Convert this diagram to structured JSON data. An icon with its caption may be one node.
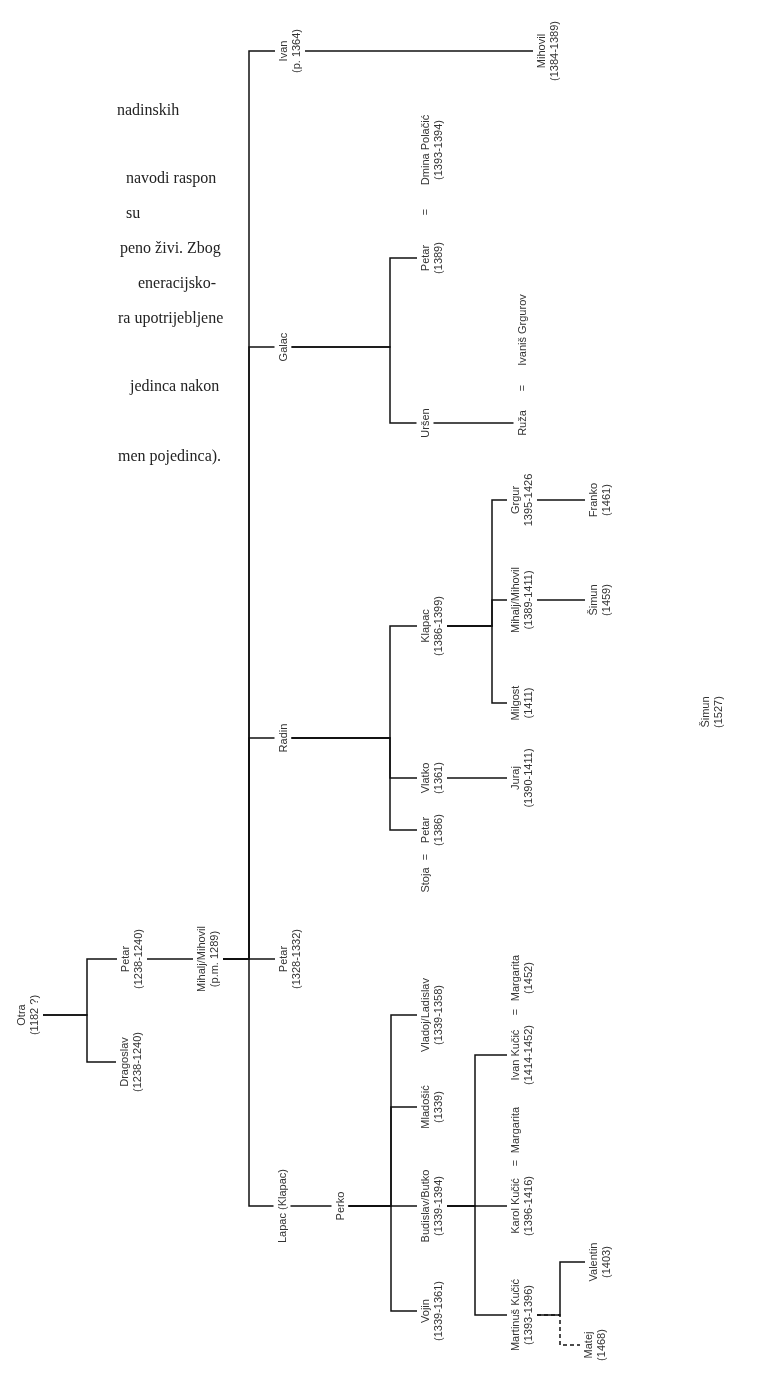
{
  "diagram": {
    "nodes": [
      {
        "text": [
          "Otra",
          "(1182 ?)"
        ]
      },
      {
        "text": [
          "Petar",
          "(1238-1240)"
        ]
      },
      {
        "text": [
          "Dragoslav",
          "(1238-1240)"
        ]
      },
      {
        "text": [
          "Mihalj/Mihovil",
          "(p.m. 1289)"
        ]
      },
      {
        "text": [
          "Ivan",
          "(p. 1364)"
        ]
      },
      {
        "text": [
          "Mihovil",
          "(1384-1389)"
        ]
      },
      {
        "text": [
          "Galac"
        ]
      },
      {
        "text": [
          "Petar",
          "(1389)"
        ]
      },
      {
        "text": [
          "Uršen"
        ]
      },
      {
        "text": [
          "Ruža"
        ]
      },
      {
        "text": [
          "Radin"
        ]
      },
      {
        "text": [
          "Klapac",
          "(1386-1399)"
        ]
      },
      {
        "text": [
          "Grgur",
          "1395-1426"
        ]
      },
      {
        "text": [
          "Franko",
          "(1461)"
        ]
      },
      {
        "text": [
          "Mihalj/Mihovil",
          "(1389-1411)"
        ]
      },
      {
        "text": [
          "Šimun",
          "(1459)"
        ]
      },
      {
        "text": [
          "Milgost",
          "(1411)"
        ]
      },
      {
        "text": [
          "Vlatko",
          "(1361)"
        ]
      },
      {
        "text": [
          "Juraj",
          "(1390-1411)"
        ]
      },
      {
        "text": [
          "Petar",
          "(1386)"
        ]
      },
      {
        "text": [
          "Petar",
          "(1328-1332)"
        ]
      },
      {
        "text": [
          "Lapac (Klapac)"
        ]
      },
      {
        "text": [
          "Perko"
        ]
      },
      {
        "text": [
          "Vladoj/Ladislav",
          "(1339-1358)"
        ]
      },
      {
        "text": [
          "Mladošić",
          "(1339)"
        ]
      },
      {
        "text": [
          "Budislav/Butko",
          "(1339-1394)"
        ]
      },
      {
        "text": [
          "Vojin",
          "(1339-1361)"
        ]
      },
      {
        "text": [
          "Ivan Kučić",
          "(1414-1452)"
        ]
      },
      {
        "text": [
          "Karol Kučić",
          "(1396-1416)"
        ]
      },
      {
        "text": [
          "Martinuš Kučić",
          "(1393-1396)"
        ]
      },
      {
        "text": [
          "Valentin",
          "(1403)"
        ]
      },
      {
        "text": [
          "Matej",
          "(1468)"
        ]
      }
    ],
    "edges": [
      {
        "from": 0,
        "to": 1,
        "arrow": "none"
      },
      {
        "from": 0,
        "to": 2,
        "arrow": "none"
      },
      {
        "from": 1,
        "to": 3,
        "arrow": "none"
      },
      {
        "from": 3,
        "to": 4,
        "arrow": "none"
      },
      {
        "from": 3,
        "to": 6,
        "arrow": "none"
      },
      {
        "from": 3,
        "to": 10,
        "arrow": "none"
      },
      {
        "from": 3,
        "to": 20,
        "arrow": "none"
      },
      {
        "from": 3,
        "to": 21,
        "arrow": "none"
      },
      {
        "from": 4,
        "to": 5,
        "arrow": "none"
      },
      {
        "from": 6,
        "to": 7,
        "arrow": "none"
      },
      {
        "from": 6,
        "to": 8,
        "arrow": "none"
      },
      {
        "from": 8,
        "to": 9,
        "arrow": "none"
      },
      {
        "from": 10,
        "to": 11,
        "arrow": "none"
      },
      {
        "from": 10,
        "to": 17,
        "arrow": "none"
      },
      {
        "from": 10,
        "to": 19,
        "arrow": "none"
      },
      {
        "from": 17,
        "to": 18,
        "arrow": "none"
      },
      {
        "from": 11,
        "to": 12,
        "arrow": "none"
      },
      {
        "from": 11,
        "to": 14,
        "arrow": "none"
      },
      {
        "from": 11,
        "to": 16,
        "arrow": "none"
      },
      {
        "from": 12,
        "to": 13,
        "arrow": "none"
      },
      {
        "from": 14,
        "to": 15,
        "arrow": "none"
      },
      {
        "from": 21,
        "to": 22,
        "arrow": "none"
      },
      {
        "from": 22,
        "to": 23,
        "arrow": "none"
      },
      {
        "from": 22,
        "to": 24,
        "arrow": "none"
      },
      {
        "from": 22,
        "to": 25,
        "arrow": "none"
      },
      {
        "from": 22,
        "to": 26,
        "arrow": "none"
      },
      {
        "from": 25,
        "to": 27,
        "arrow": "none"
      },
      {
        "from": 25,
        "to": 28,
        "arrow": "none"
      },
      {
        "from": 25,
        "to": 29,
        "arrow": "none"
      },
      {
        "from": 29,
        "to": 30,
        "arrow": "none"
      },
      {
        "from": 29,
        "to": 31,
        "arrow": "none",
        "style": "dashed"
      }
    ],
    "labels": [
      "nadinskih",
      "navodi raspon",
      "su",
      "peno živi. Zbog",
      "eneracijsko-",
      "ra upotrijebljene",
      "jedinca nakon",
      "men pojedinca).",
      "Dmina Polačić (1393-1394)",
      "=",
      "Ivaniš Grgurov",
      "=",
      "Šimun (1527)",
      "=",
      "Stoja",
      "Margarita (1452)",
      "=",
      "Margarita",
      "="
    ]
  }
}
